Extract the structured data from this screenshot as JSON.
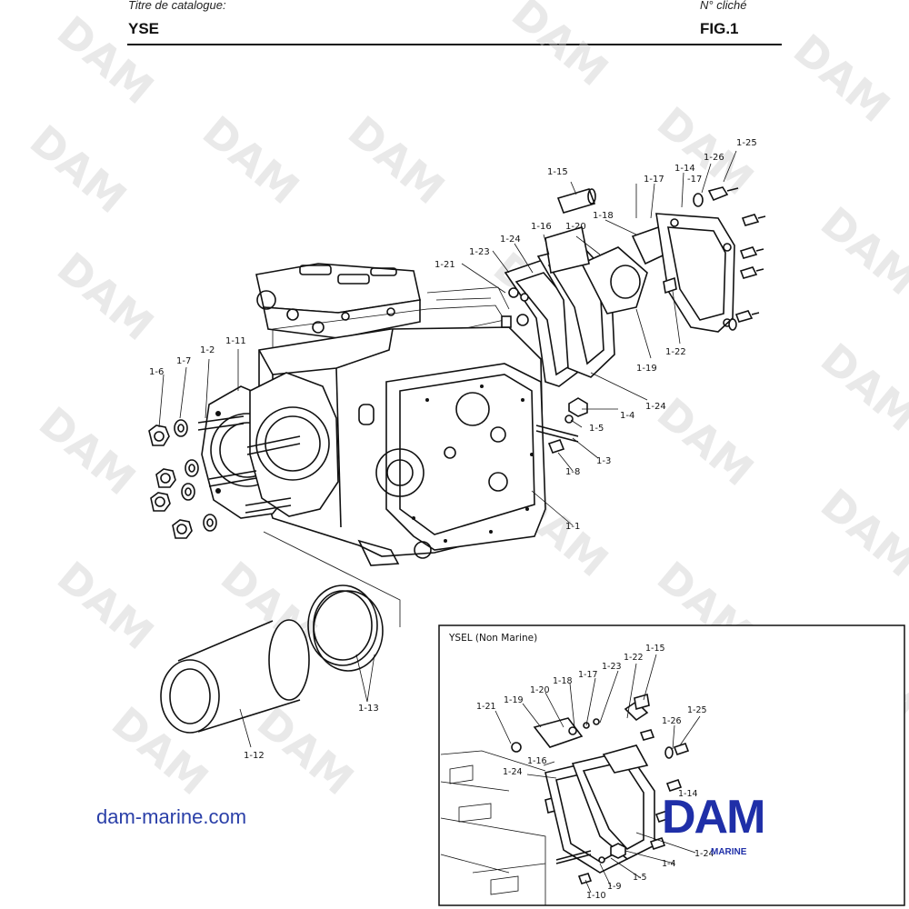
{
  "header": {
    "catalog_label": "Titre de catalogue:",
    "catalog_value": "YSE",
    "cliche_label": "N° cliché",
    "cliche_value": "FIG.1"
  },
  "inset": {
    "title": "YSEL (Non Marine)",
    "labels": {
      "l15": "1-15",
      "l22": "1-22",
      "l23": "1-23",
      "l17": "1-17",
      "l18": "1-18",
      "l20": "1-20",
      "l19": "1-19",
      "l21": "1-21",
      "l25": "1-25",
      "l26": "1-26",
      "l16": "1-16",
      "l24a": "1-24",
      "l14": "1-14",
      "l24b": "1-24",
      "l4": "1-4",
      "l5": "1-5",
      "l9": "1-9",
      "l10": "1-10"
    }
  },
  "main_labels": {
    "l25": "1-25",
    "l26": "1-26",
    "l14": "1-14",
    "l17a": "-17",
    "l15": "1-15",
    "l17b": "1-17",
    "l18": "1-18",
    "l16": "1-16",
    "l20": "1-20",
    "l24a": "1-24",
    "l23": "1-23",
    "l21": "1-21",
    "l22": "1-22",
    "l19": "1-19",
    "l24b": "1-24",
    "l4": "1-4",
    "l5": "1-5",
    "l3": "1-3",
    "l8": "1-8",
    "l1": "1-1",
    "l6": "1-6",
    "l7": "1-7",
    "l2": "1-2",
    "l11": "1-11",
    "l13": "1-13",
    "l12": "1-12"
  },
  "watermark": "DAM",
  "website": "dam-marine.com",
  "logo": {
    "text": "DAM",
    "subtext": "MARINE",
    "color": "#1f2fa8"
  }
}
